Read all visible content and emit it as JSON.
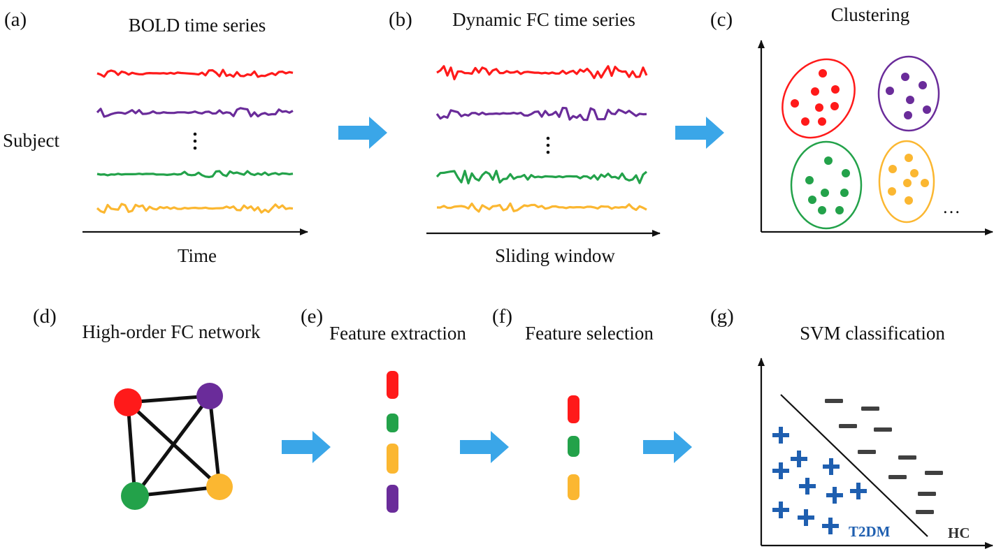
{
  "colors": {
    "red": "#ff1a1a",
    "purple": "#6a2c9a",
    "green": "#23a24a",
    "orange": "#fbb731",
    "arrow": "#3aa6e8",
    "blue": "#1f5fb0",
    "dark": "#404040"
  },
  "panels": {
    "a": {
      "label": "(a)",
      "title": "BOLD time series",
      "ylabel": "Subject",
      "xlabel": "Time"
    },
    "b": {
      "label": "(b)",
      "title": "Dynamic FC time series",
      "xlabel": "Sliding window"
    },
    "c": {
      "label": "(c)",
      "title": "Clustering",
      "ellipsis": "…"
    },
    "d": {
      "label": "(d)",
      "title": "High-order FC network"
    },
    "e": {
      "label": "(e)",
      "title": "Feature extraction"
    },
    "f": {
      "label": "(f)",
      "title": "Feature selection"
    },
    "g": {
      "label": "(g)",
      "title": "SVM classification",
      "class_positive": "T2DM",
      "class_negative": "HC"
    }
  },
  "icons": {
    "flow_arrow": "right-arrow-icon",
    "positive_marker": "plus-icon",
    "negative_marker": "minus-icon"
  }
}
